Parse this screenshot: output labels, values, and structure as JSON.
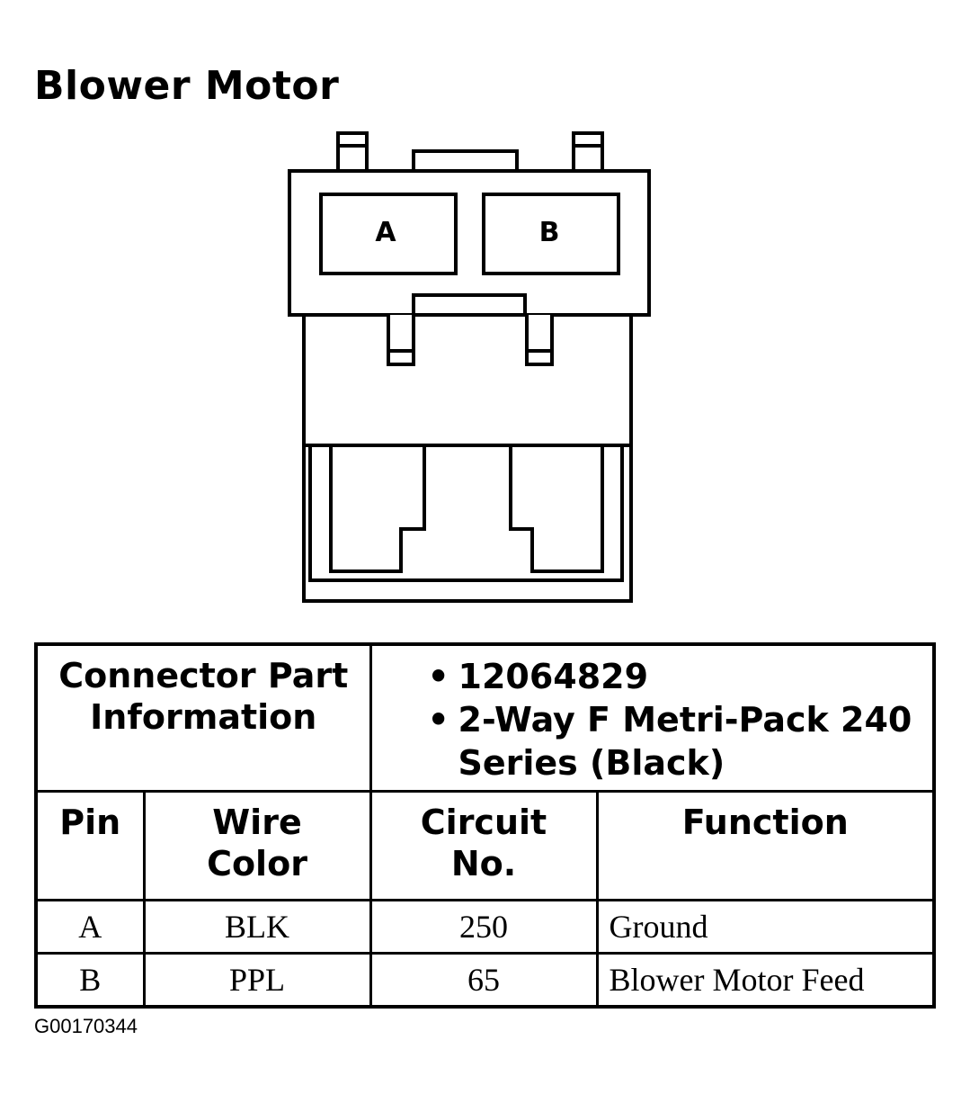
{
  "title": "Blower Motor",
  "connector": {
    "cavities": [
      "A",
      "B"
    ]
  },
  "table": {
    "part_info_label": "Connector Part Information",
    "part_info_label_line1": "Connector Part",
    "part_info_label_line2": "Information",
    "bullets": [
      {
        "bullet": "•",
        "lines": [
          "12064829"
        ]
      },
      {
        "bullet": "•",
        "lines": [
          "2-Way F Metri-Pack 240",
          "Series (Black)"
        ]
      }
    ],
    "headers": {
      "pin": "Pin",
      "wire_color_1": "Wire",
      "wire_color_2": "Color",
      "circuit_1": "Circuit",
      "circuit_2": "No.",
      "function": "Function"
    },
    "rows": [
      {
        "pin": "A",
        "wire_color": "BLK",
        "circuit": "250",
        "function": "Ground"
      },
      {
        "pin": "B",
        "wire_color": "PPL",
        "circuit": "65",
        "function": "Blower Motor Feed"
      }
    ]
  },
  "figure_id": "G00170344"
}
